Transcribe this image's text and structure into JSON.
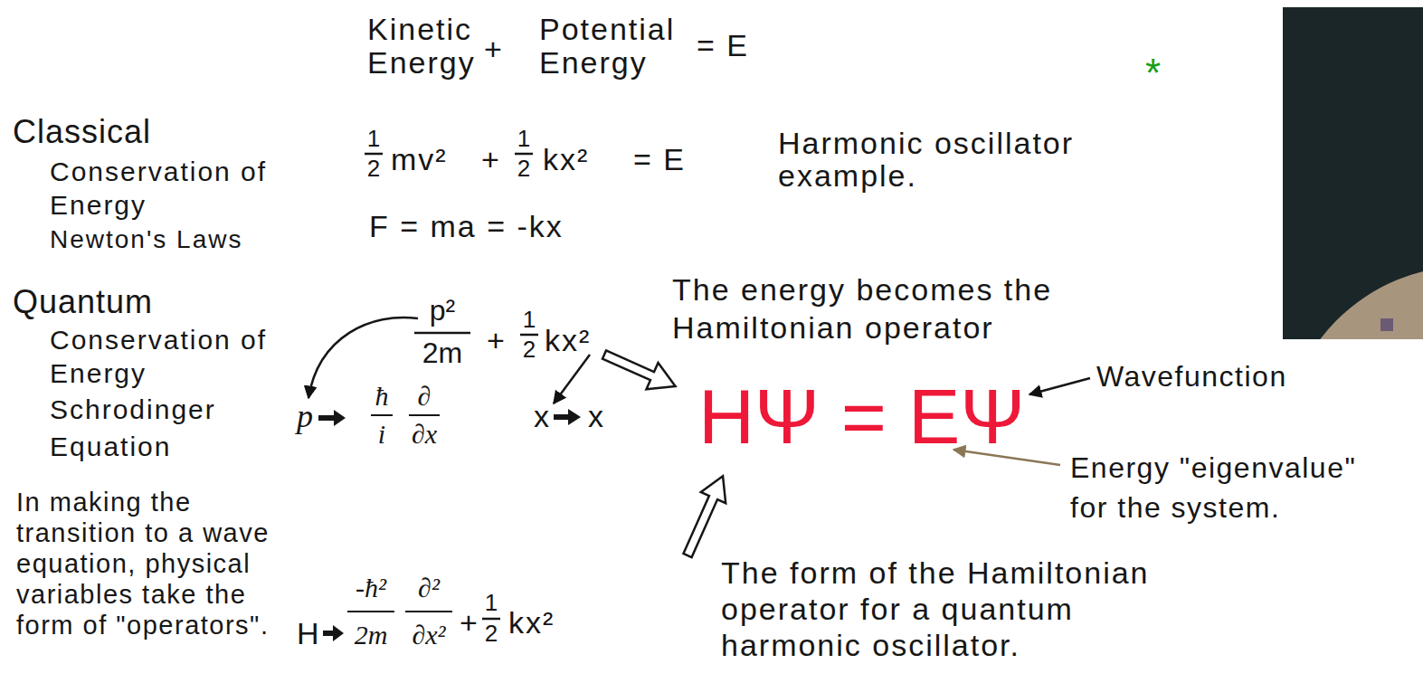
{
  "diagram": {
    "labels": [
      "Kinetic Energy",
      "+",
      "Potential Energy",
      "= E",
      "Classical",
      "Conservation of Energy",
      "Newton's Laws",
      "Quantum",
      "Conservation of Energy",
      "Schrodinger Equation",
      "In making the transition to a wave equation, physical variables take the form of \"operators\".",
      "1",
      "2",
      "mv²",
      "+",
      "1",
      "2",
      "kx²",
      "= E",
      "Harmonic oscillator example.",
      "F = ma = -kx",
      "p²",
      "2m",
      "+",
      "1",
      "2",
      "kx²",
      "The energy becomes the Hamiltonian operator",
      "HΨ = EΨ",
      "Wavefunction",
      "Energy \"eigenvalue\" for the system.",
      "The form of the Hamiltonian operator for a quantum harmonic oscillator.",
      "p",
      "ħ",
      "i",
      "∂",
      "∂x",
      "x",
      "x",
      "H",
      "-ħ²",
      "2m",
      "∂²",
      "∂x²",
      "+",
      "1",
      "2",
      "kx²",
      "*"
    ]
  }
}
